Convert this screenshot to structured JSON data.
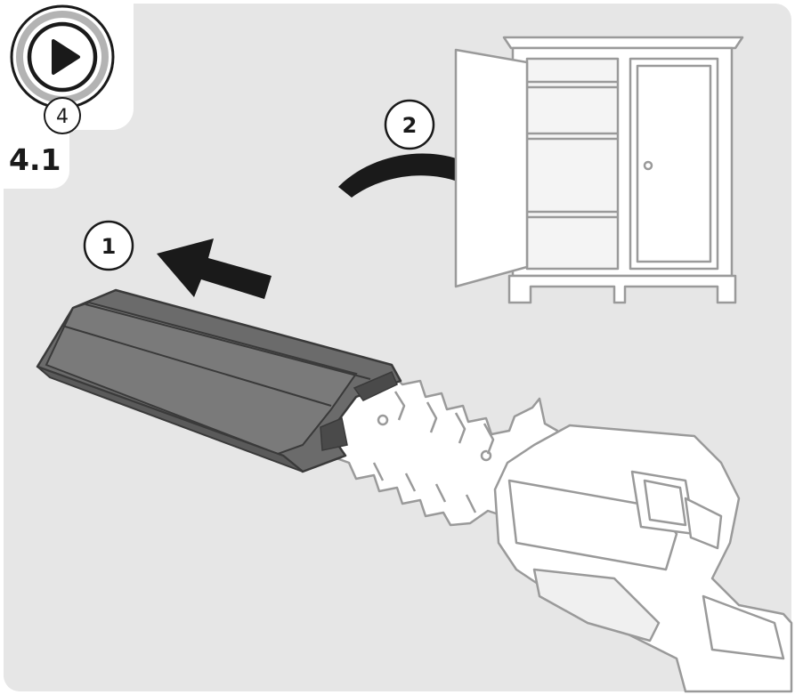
{
  "step_label": "4.1",
  "video_badge": {
    "icon": "play-icon",
    "number": "4"
  },
  "callouts": {
    "one": "1",
    "two": "2"
  },
  "colors": {
    "background_panel": "#e6e6e6",
    "arrow": "#1a1a1a",
    "cover": "#6b6b6b",
    "line_art": "#9a9a9a"
  }
}
